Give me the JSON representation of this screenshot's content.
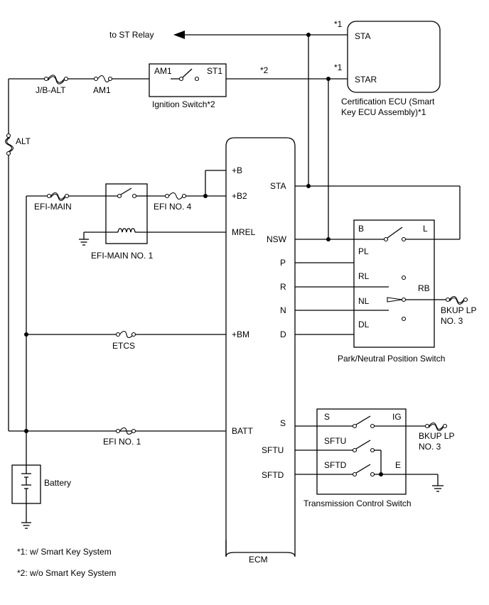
{
  "notes": {
    "st_relay": "to ST Relay",
    "star1_a": "*1",
    "star1_b": "*1",
    "star2": "*2",
    "footnote1": "*1: w/ Smart Key System",
    "footnote2": "*2: w/o Smart Key System"
  },
  "cert_ecu": {
    "sta": "STA",
    "star": "STAR",
    "caption_line1": "Certification ECU (Smart",
    "caption_line2": "Key ECU Assembly)*1"
  },
  "ignition_switch": {
    "am1": "AM1",
    "st1": "ST1",
    "caption": "Ignition Switch*2"
  },
  "fuses": {
    "jb_alt": "J/B-ALT",
    "am1": "AM1",
    "alt": "ALT",
    "efi_main": "EFI-MAIN",
    "efi_no4": "EFI NO. 4",
    "etcs": "ETCS",
    "efi_no1": "EFI NO. 1",
    "bkup_lp_1_line1": "BKUP LP",
    "bkup_lp_1_line2": "NO. 3",
    "bkup_lp_2_line1": "BKUP LP",
    "bkup_lp_2_line2": "NO. 3"
  },
  "relay": {
    "caption": "EFI-MAIN NO. 1"
  },
  "ecm": {
    "caption": "ECM",
    "b": "+B",
    "b2": "+B2",
    "mrel": "MREL",
    "bm": "+BM",
    "batt": "BATT",
    "sta": "STA",
    "nsw": "NSW",
    "p": "P",
    "r": "R",
    "n": "N",
    "d": "D",
    "s": "S",
    "sftu": "SFTU",
    "sftd": "SFTD"
  },
  "pnp_switch": {
    "caption": "Park/Neutral Position Switch",
    "b": "B",
    "l": "L",
    "pl": "PL",
    "rl": "RL",
    "nl": "NL",
    "dl": "DL",
    "rb": "RB"
  },
  "tcs": {
    "caption": "Transmission Control Switch",
    "s": "S",
    "ig": "IG",
    "sftu": "SFTU",
    "sftd": "SFTD",
    "e": "E"
  },
  "battery": {
    "label": "Battery"
  }
}
